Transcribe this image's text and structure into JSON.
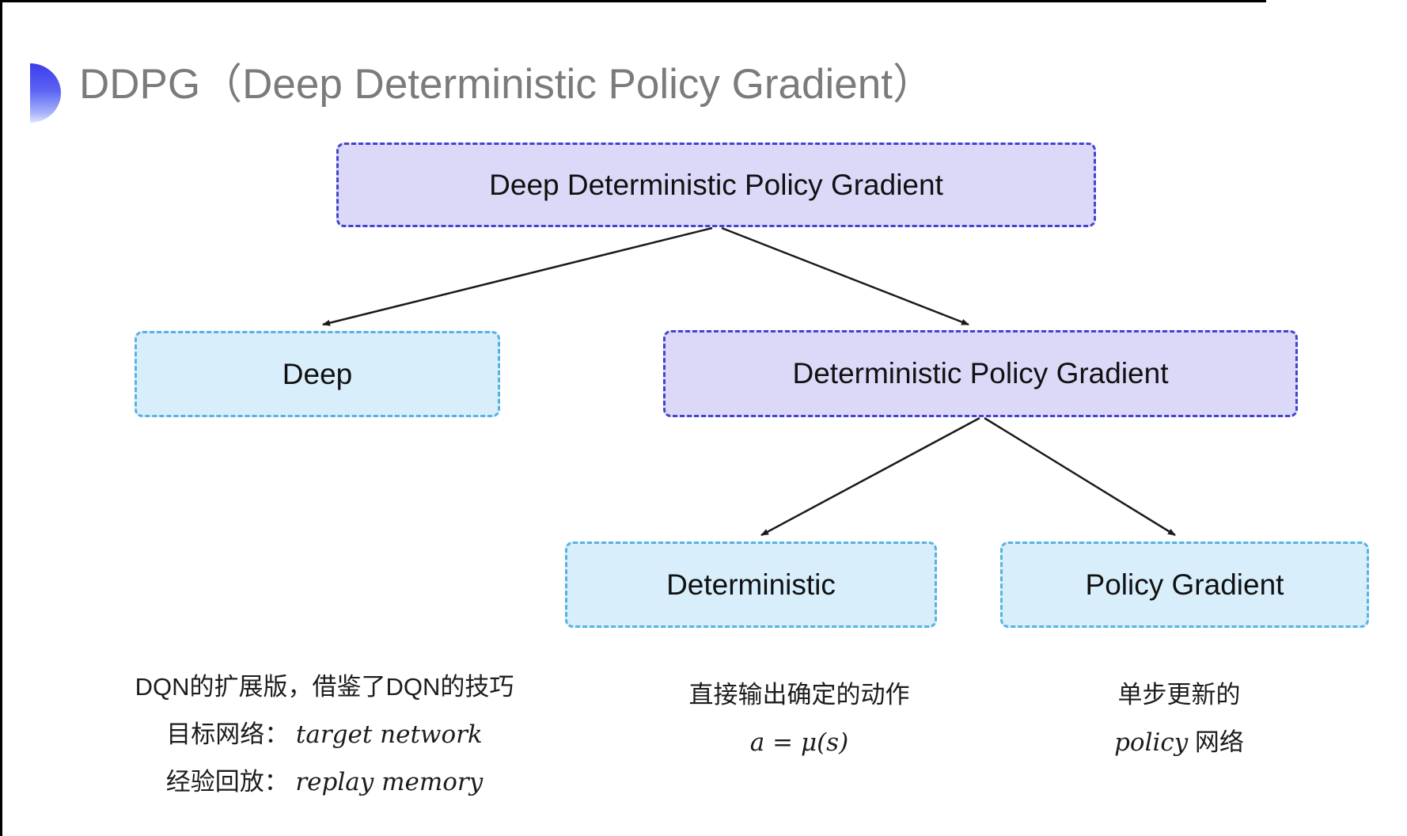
{
  "page": {
    "title": "DDPG（Deep Deterministic Policy Gradient）"
  },
  "diagram": {
    "nodes": {
      "root": {
        "label": "Deep Deterministic Policy Gradient",
        "style": "purple"
      },
      "deep": {
        "label": "Deep",
        "style": "cyan"
      },
      "dpg": {
        "label": "Deterministic Policy Gradient",
        "style": "purple"
      },
      "deterministic": {
        "label": "Deterministic",
        "style": "cyan"
      },
      "policy_gradient": {
        "label": "Policy Gradient",
        "style": "cyan"
      }
    },
    "edges": [
      {
        "from": "root",
        "to": "deep"
      },
      {
        "from": "root",
        "to": "dpg"
      },
      {
        "from": "dpg",
        "to": "deterministic"
      },
      {
        "from": "dpg",
        "to": "policy_gradient"
      }
    ],
    "colors": {
      "purple_fill": "#dcd9f8",
      "purple_border": "#4343cf",
      "cyan_fill": "#d8eefb",
      "cyan_border": "#57b2e2",
      "arrow": "#1a1a1a",
      "title_gray": "#7b7b7b",
      "accent_blue": "#3d3deb"
    }
  },
  "annotations": {
    "deep_note": {
      "line1": "DQN的扩展版，借鉴了DQN的技巧",
      "line2_label": "目标网络：",
      "line2_term": "target network",
      "line3_label": "经验回放：",
      "line3_term": "replay memory"
    },
    "deterministic_note": {
      "line1": "直接输出确定的动作",
      "formula": "a = μ(s)"
    },
    "policy_gradient_note": {
      "line1": "单步更新的",
      "term": "policy",
      "suffix": " 网络"
    }
  }
}
